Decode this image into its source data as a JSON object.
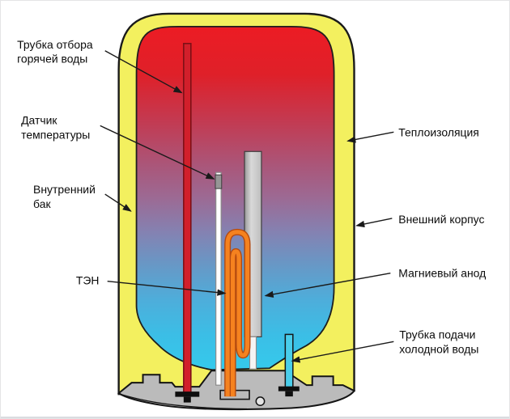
{
  "labels": {
    "hot_water_pipe": {
      "line1": "Трубка отбора",
      "line2": "горячей воды"
    },
    "temperature_sensor": {
      "line1": "Датчик",
      "line2": "температуры"
    },
    "inner_tank": {
      "line1": "Внутренний",
      "line2": "бак"
    },
    "heating_element": {
      "line1": "ТЭН"
    },
    "thermal_insulation": {
      "line1": "Теплоизоляция"
    },
    "outer_casing": {
      "line1": "Внешний корпус"
    },
    "magnesium_anode": {
      "line1": "Магниевый анод"
    },
    "cold_water_pipe": {
      "line1": "Трубка подачи",
      "line2": "холодной воды"
    }
  },
  "colors": {
    "insulation_yellow": "#F3F05F",
    "hot_zone_red": "#EC1C24",
    "cold_zone_cyan": "#35CAEC",
    "heater_orange": "#F5821F",
    "hot_pipe_red": "#D21F2B",
    "cold_pipe_cyan": "#49CDEA",
    "anode_gray": "#C9C9C9",
    "base_gray": "#BBBBBB",
    "outline": "#1A1A1A",
    "background": "#FFFFFF"
  }
}
